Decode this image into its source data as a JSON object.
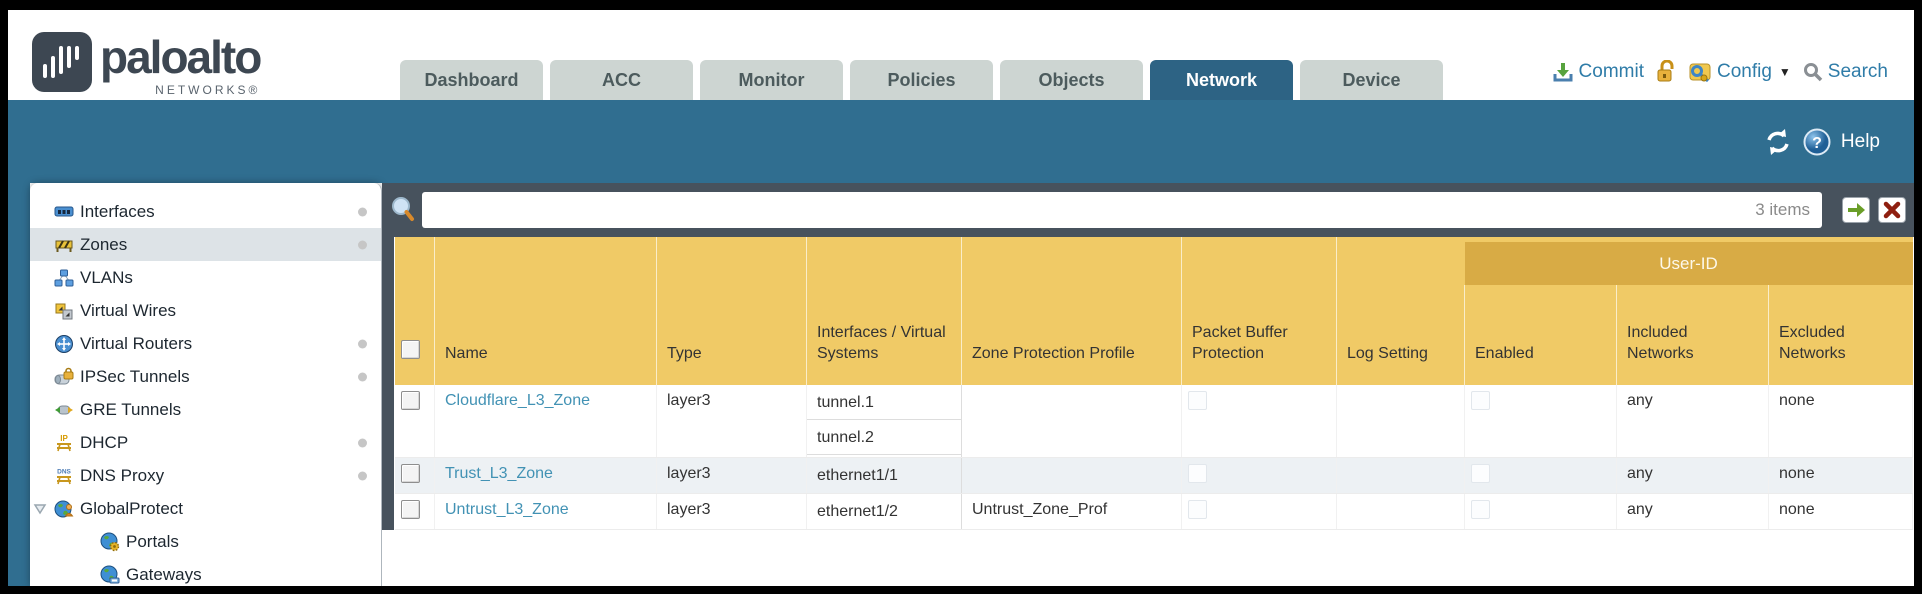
{
  "brand": {
    "name": "paloalto",
    "networks": "NETWORKS®"
  },
  "tabs": {
    "dashboard": "Dashboard",
    "acc": "ACC",
    "monitor": "Monitor",
    "policies": "Policies",
    "objects": "Objects",
    "network": "Network",
    "device": "Device"
  },
  "actions": {
    "commit": "Commit",
    "config": "Config",
    "search": "Search"
  },
  "band": {
    "help": "Help"
  },
  "sidebar": {
    "items": {
      "interfaces": "Interfaces",
      "zones": "Zones",
      "vlans": "VLANs",
      "virtual_wires": "Virtual Wires",
      "virtual_routers": "Virtual Routers",
      "ipsec_tunnels": "IPSec Tunnels",
      "gre_tunnels": "GRE Tunnels",
      "dhcp": "DHCP",
      "dns_proxy": "DNS Proxy",
      "globalprotect": "GlobalProtect",
      "portals": "Portals",
      "gateways": "Gateways"
    },
    "selected": "Zones"
  },
  "toolbar": {
    "count": "3 items"
  },
  "table": {
    "group": "User-ID",
    "columns": {
      "name": "Name",
      "type": "Type",
      "interfaces": "Interfaces / Virtual Systems",
      "zpp": "Zone Protection Profile",
      "pbp": "Packet Buffer Protection",
      "log": "Log Setting",
      "enabled": "Enabled",
      "included": "Included Networks",
      "excluded": "Excluded Networks"
    },
    "rows": [
      {
        "name": "Cloudflare_L3_Zone",
        "type": "layer3",
        "if1": "tunnel.1",
        "if2": "tunnel.2",
        "zpp": "",
        "log": "",
        "included": "any",
        "excluded": "none"
      },
      {
        "name": "Trust_L3_Zone",
        "type": "layer3",
        "if1": "ethernet1/1",
        "zpp": "",
        "log": "",
        "included": "any",
        "excluded": "none"
      },
      {
        "name": "Untrust_L3_Zone",
        "type": "layer3",
        "if1": "ethernet1/2",
        "zpp": "Untrust_Zone_Prof",
        "log": "",
        "included": "any",
        "excluded": "none"
      }
    ]
  },
  "colors": {
    "teal_band": "#306e90",
    "active_tab": "#2d6384",
    "header_gold": "#f0ca66",
    "group_gold": "#d8ab45",
    "toolbar_slate": "#47525d",
    "link_blue": "#4292b4"
  },
  "icons": {
    "commit": "commit-arrow-into-tray",
    "lock": "open-padlock",
    "config": "key-and-gear",
    "search": "magnifier",
    "refresh": "circular-arrows",
    "help": "question-circle",
    "submit": "green-right-arrow",
    "clear": "red-x"
  }
}
